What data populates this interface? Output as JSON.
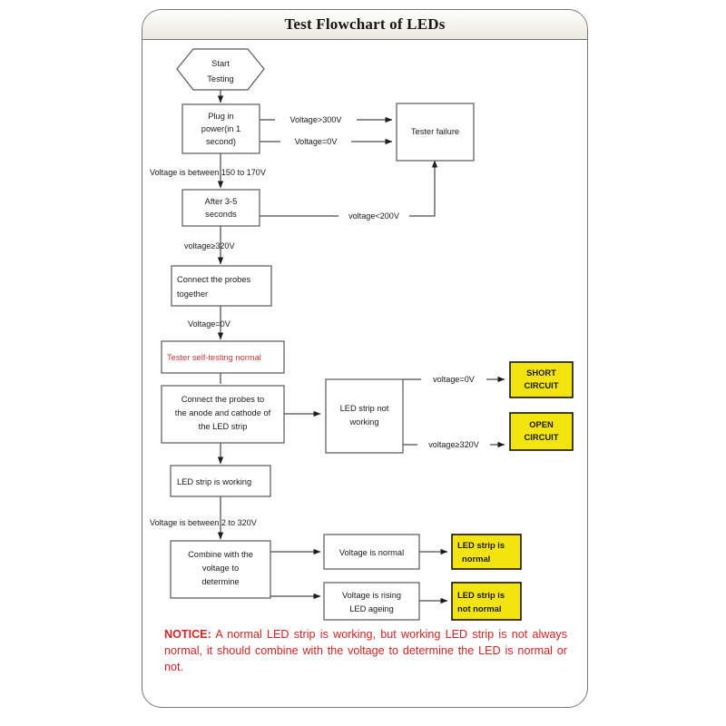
{
  "card": {
    "title": "Test Flowchart of LEDs",
    "accent_yellow": "#f2e40c",
    "accent_red": "#cf2525"
  },
  "flowchart": {
    "nodes": [
      {
        "id": "start",
        "shape": "hexagon",
        "lines": [
          "Start",
          "Testing"
        ]
      },
      {
        "id": "plug",
        "shape": "rect",
        "lines": [
          "Plug in",
          "power(in 1",
          "second)"
        ]
      },
      {
        "id": "tester_fail",
        "shape": "rect",
        "lines": [
          "Tester failure"
        ]
      },
      {
        "id": "after35",
        "shape": "rect",
        "lines": [
          "After 3-5",
          "seconds"
        ]
      },
      {
        "id": "probes_tog",
        "shape": "rect",
        "lines": [
          "Connect  the  probes",
          "together"
        ]
      },
      {
        "id": "self_test",
        "shape": "rect",
        "lines": [
          "Tester self-testing normal"
        ],
        "color": "red"
      },
      {
        "id": "probes_led",
        "shape": "rect",
        "lines": [
          "Connect the probes to",
          "the anode and cathode of",
          "the LED strip"
        ]
      },
      {
        "id": "led_not_work",
        "shape": "rect",
        "lines": [
          "LED strip not",
          "working"
        ]
      },
      {
        "id": "short_circuit",
        "shape": "rect",
        "lines": [
          "SHORT",
          "CIRCUIT"
        ],
        "fill": "yellow"
      },
      {
        "id": "open_circuit",
        "shape": "rect",
        "lines": [
          "OPEN",
          "CIRCUIT"
        ],
        "fill": "yellow"
      },
      {
        "id": "led_working",
        "shape": "rect",
        "lines": [
          "LED strip is working"
        ]
      },
      {
        "id": "combine",
        "shape": "rect",
        "lines": [
          "Combine with the",
          "voltage to",
          "determine"
        ]
      },
      {
        "id": "v_normal",
        "shape": "rect",
        "lines": [
          "Voltage is normal"
        ]
      },
      {
        "id": "v_rising",
        "shape": "rect",
        "lines": [
          "Voltage is rising",
          "LED ageing"
        ]
      },
      {
        "id": "led_normal",
        "shape": "rect",
        "lines": [
          "LED strip is",
          "normal"
        ],
        "fill": "yellow"
      },
      {
        "id": "led_not_norm",
        "shape": "rect",
        "lines": [
          "LED strip is",
          "not normal"
        ],
        "fill": "yellow"
      }
    ],
    "edge_labels": [
      {
        "id": "e1",
        "text": "Voltage>300V"
      },
      {
        "id": "e2",
        "text": "Voltage=0V"
      },
      {
        "id": "e3",
        "text": "Voltage is between 150 to 170V"
      },
      {
        "id": "e4",
        "text": "voltage<200V"
      },
      {
        "id": "e5",
        "text": "voltage≥320V"
      },
      {
        "id": "e6",
        "text": "Voltage=0V"
      },
      {
        "id": "e7",
        "text": "voltage=0V"
      },
      {
        "id": "e8",
        "text": "voltage≥320V"
      },
      {
        "id": "e9",
        "text": "Voltage is between 2 to 320V"
      }
    ]
  },
  "notice": {
    "label": "NOTICE:",
    "text": " A normal LED strip is working, but working LED strip is not always normal, it should combine with the voltage to determine the LED is normal or not."
  }
}
